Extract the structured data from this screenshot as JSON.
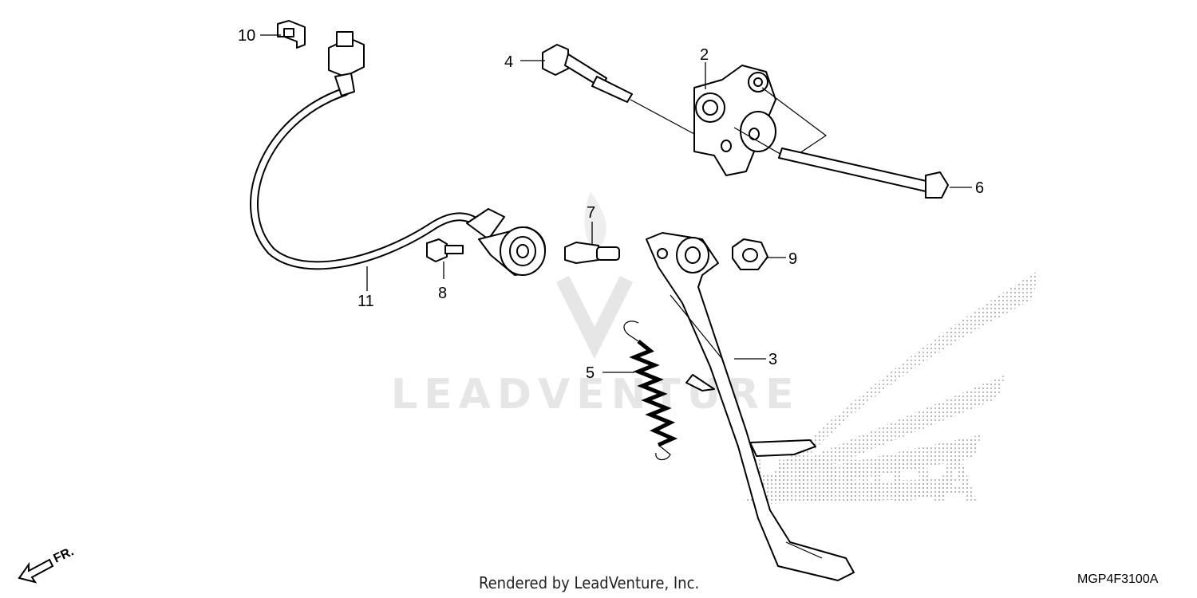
{
  "callouts": {
    "c1": "2",
    "c2": "3",
    "c3": "4",
    "c4": "5",
    "c5": "6",
    "c6": "7",
    "c7": "8",
    "c8": "9",
    "c9": "10",
    "c10": "11"
  },
  "watermark": {
    "text": "LEADVENTURE",
    "brand": "HONDA"
  },
  "footer": {
    "credit": "Rendered by LeadVenture, Inc.",
    "code": "MGP4F3100A",
    "direction": "FR."
  },
  "colors": {
    "ink": "#000000",
    "watermark": "#e6e6e6",
    "dots": "#9a9a9a"
  }
}
